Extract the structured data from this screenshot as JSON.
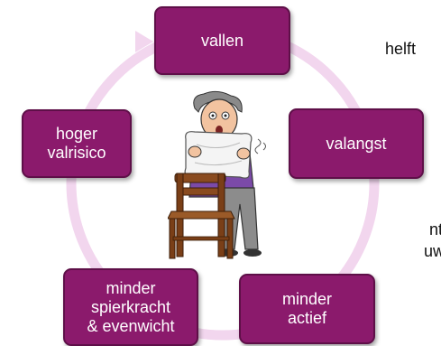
{
  "diagram": {
    "nodes": [
      {
        "id": "vallen",
        "label": "vallen"
      },
      {
        "id": "valangst",
        "label": "valangst"
      },
      {
        "id": "minder-actief",
        "label": "minder\nactief"
      },
      {
        "id": "minder-spierkracht",
        "label": "minder\nspierkracht\n& evenwicht"
      },
      {
        "id": "hoger-valrisico",
        "label": "hoger\nvalrisico"
      }
    ]
  },
  "stray_text": {
    "helft": "helft",
    "t": "nt",
    "uw": "uw"
  },
  "colors": {
    "box_fill": "#8b1a6c",
    "box_border": "#5e0f48",
    "cycle_ring": "#f2d6ee",
    "box_text": "#ffffff"
  },
  "illustration": "frightened-elderly-man-holding-pillow-behind-chair"
}
